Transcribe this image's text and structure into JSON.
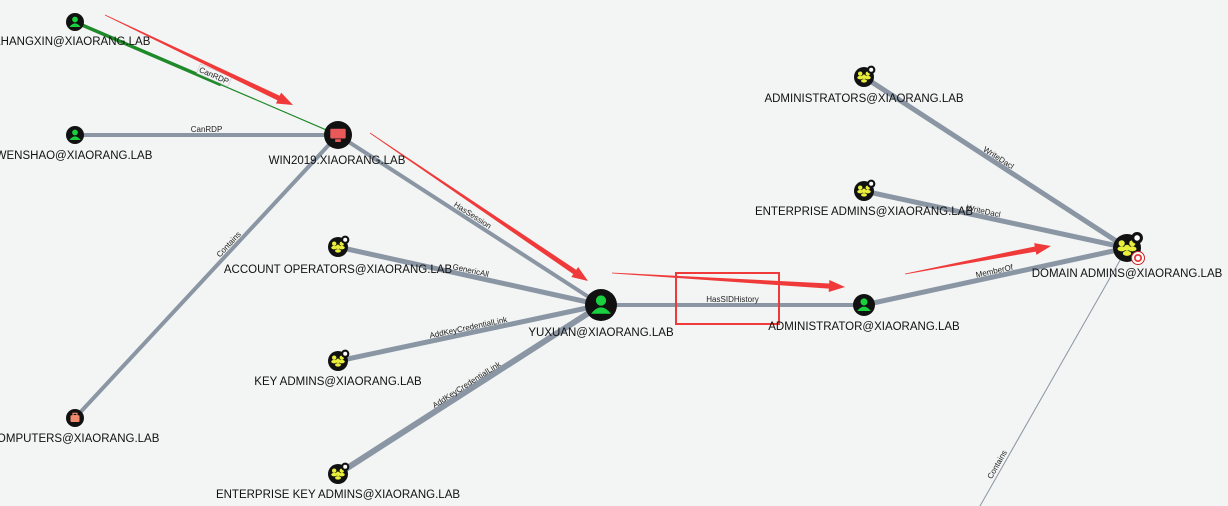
{
  "nodes": [
    {
      "id": "zhangxin",
      "label": "ZHANGXIN@XIAORANG.LAB",
      "kind": "user",
      "icon": "user-icon"
    },
    {
      "id": "wenshao",
      "label": "WENSHAO@XIAORANG.LAB",
      "kind": "user",
      "icon": "user-icon"
    },
    {
      "id": "win2019",
      "label": "WIN2019.XIAORANG.LAB",
      "kind": "computer",
      "icon": "computer-icon"
    },
    {
      "id": "computers",
      "label": "COMPUTERS@XIAORANG.LAB",
      "kind": "ou",
      "icon": "briefcase-icon"
    },
    {
      "id": "account_operators",
      "label": "ACCOUNT OPERATORS@XIAORANG.LAB",
      "kind": "group",
      "icon": "group-icon"
    },
    {
      "id": "key_admins",
      "label": "KEY ADMINS@XIAORANG.LAB",
      "kind": "group",
      "icon": "group-icon"
    },
    {
      "id": "enterprise_key_admins",
      "label": "ENTERPRISE KEY ADMINS@XIAORANG.LAB",
      "kind": "group",
      "icon": "group-icon"
    },
    {
      "id": "yuxuan",
      "label": "YUXUAN@XIAORANG.LAB",
      "kind": "user-owned",
      "icon": "user-icon"
    },
    {
      "id": "administrator",
      "label": "ADMINISTRATOR@XIAORANG.LAB",
      "kind": "user",
      "icon": "user-icon"
    },
    {
      "id": "administrators",
      "label": "ADMINISTRATORS@XIAORANG.LAB",
      "kind": "group",
      "icon": "group-icon"
    },
    {
      "id": "enterprise_admins",
      "label": "ENTERPRISE ADMINS@XIAORANG.LAB",
      "kind": "group",
      "icon": "group-icon"
    },
    {
      "id": "domain_admins",
      "label": "DOMAIN ADMINS@XIAORANG.LAB",
      "kind": "group-target",
      "icon": "group-icon"
    }
  ],
  "edges": [
    {
      "from": "zhangxin",
      "to": "win2019",
      "label": "CanRDP",
      "style": "highlight"
    },
    {
      "from": "wenshao",
      "to": "win2019",
      "label": "CanRDP",
      "style": "normal"
    },
    {
      "from": "win2019",
      "to": "yuxuan",
      "label": "HasSession",
      "style": "normal"
    },
    {
      "from": "win2019",
      "to": "computers",
      "label": "Contains",
      "style": "normal"
    },
    {
      "from": "account_operators",
      "to": "yuxuan",
      "label": "GenericAll",
      "style": "normal"
    },
    {
      "from": "key_admins",
      "to": "yuxuan",
      "label": "AddKeyCredentialLink",
      "style": "normal"
    },
    {
      "from": "enterprise_key_admins",
      "to": "yuxuan",
      "label": "AddKeyCredentialLink",
      "style": "normal"
    },
    {
      "from": "yuxuan",
      "to": "administrator",
      "label": "HasSIDHistory",
      "style": "normal"
    },
    {
      "from": "administrator",
      "to": "domain_admins",
      "label": "MemberOf",
      "style": "normal"
    },
    {
      "from": "administrators",
      "to": "domain_admins",
      "label": "WriteDacl",
      "style": "normal"
    },
    {
      "from": "enterprise_admins",
      "to": "domain_admins",
      "label": "WriteDacl",
      "style": "normal"
    },
    {
      "from": "domain_admins",
      "to": "offscreen",
      "label": "Contains",
      "style": "normal"
    }
  ],
  "annotations": {
    "highlight_box_edge": "HasSIDHistory",
    "arrow_color": "#f03a3a"
  },
  "colors": {
    "background": "#f3f4f4",
    "edge": "#8a96a3",
    "edge_highlight": "#1f8a2a",
    "node_dark": "#111111",
    "user_fill": "#19d13f",
    "group_fill": "#e9ee3a",
    "computer_fill": "#e85a5a",
    "ou_fill": "#f28b6b",
    "annotation_red": "#f03a3a"
  }
}
